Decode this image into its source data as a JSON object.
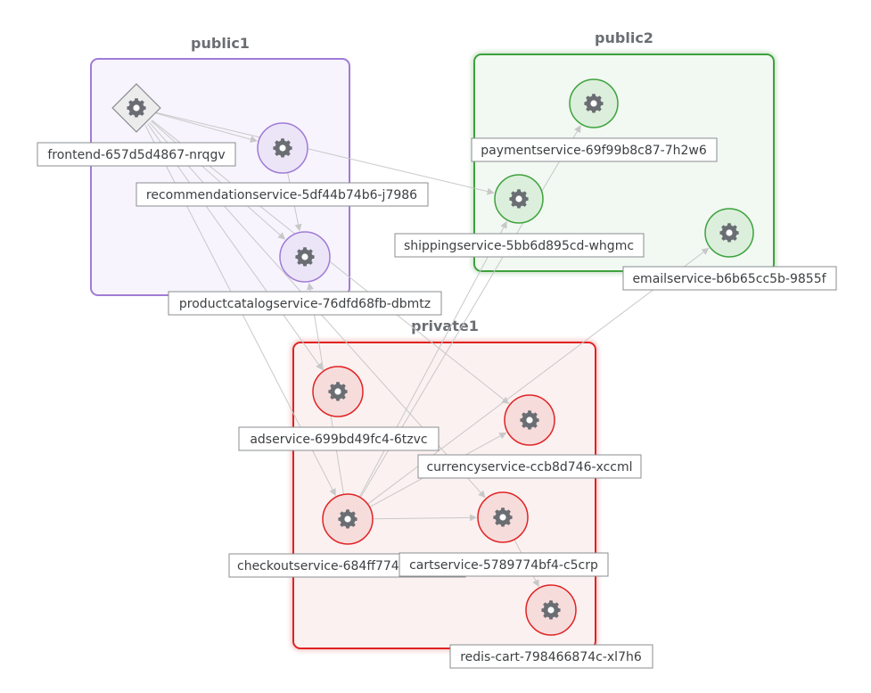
{
  "colors": {
    "purple_stroke": "#a07bd6",
    "purple_fill": "#f7f4fd",
    "green_stroke": "#3ea23e",
    "green_fill": "#f2f8f2",
    "red_stroke": "#e02424",
    "red_fill": "#fcf1f1",
    "edge": "#c8c8c8",
    "gear": "#6a6e73"
  },
  "groups": [
    {
      "id": "public1",
      "title": "public1"
    },
    {
      "id": "public2",
      "title": "public2"
    },
    {
      "id": "private1",
      "title": "private1"
    }
  ],
  "nodes": [
    {
      "id": "frontend",
      "label": "frontend-657d5d4867-nrqgv",
      "group": "public1",
      "shape": "diamond",
      "icon": "gear-icon"
    },
    {
      "id": "recommendation",
      "label": "recommendationservice-5df44b74b6-j7986",
      "group": "public1",
      "shape": "circle",
      "icon": "gear-icon"
    },
    {
      "id": "productcatalog",
      "label": "productcatalogservice-76dfd68fb-dbmtz",
      "group": "public1",
      "shape": "circle",
      "icon": "gear-icon"
    },
    {
      "id": "payment",
      "label": "paymentservice-69f99b8c87-7h2w6",
      "group": "public2",
      "shape": "circle",
      "icon": "gear-icon"
    },
    {
      "id": "shipping",
      "label": "shippingservice-5bb6d895cd-whgmc",
      "group": "public2",
      "shape": "circle",
      "icon": "gear-icon"
    },
    {
      "id": "email",
      "label": "emailservice-b6b65cc5b-9855f",
      "group": "public2",
      "shape": "circle",
      "icon": "gear-icon"
    },
    {
      "id": "ad",
      "label": "adservice-699bd49fc4-6tzvc",
      "group": "private1",
      "shape": "circle",
      "icon": "gear-icon"
    },
    {
      "id": "currency",
      "label": "currencyservice-ccb8d746-xccml",
      "group": "private1",
      "shape": "circle",
      "icon": "gear-icon"
    },
    {
      "id": "checkout",
      "label": "checkoutservice-684ff774",
      "group": "private1",
      "shape": "circle",
      "icon": "gear-icon"
    },
    {
      "id": "cart",
      "label": "cartservice-5789774bf4-c5crp",
      "group": "private1",
      "shape": "circle",
      "icon": "gear-icon"
    },
    {
      "id": "redis",
      "label": "redis-cart-798466874c-xl7h6",
      "group": "private1",
      "shape": "circle",
      "icon": "gear-icon"
    }
  ],
  "edges": [
    {
      "from": "frontend",
      "to": "recommendation"
    },
    {
      "from": "frontend",
      "to": "shipping"
    },
    {
      "from": "frontend",
      "to": "productcatalog"
    },
    {
      "from": "frontend",
      "to": "ad"
    },
    {
      "from": "frontend",
      "to": "currency"
    },
    {
      "from": "frontend",
      "to": "checkout"
    },
    {
      "from": "frontend",
      "to": "cart"
    },
    {
      "from": "recommendation",
      "to": "productcatalog"
    },
    {
      "from": "checkout",
      "to": "productcatalog"
    },
    {
      "from": "checkout",
      "to": "payment"
    },
    {
      "from": "checkout",
      "to": "shipping"
    },
    {
      "from": "checkout",
      "to": "email"
    },
    {
      "from": "checkout",
      "to": "currency"
    },
    {
      "from": "checkout",
      "to": "cart"
    },
    {
      "from": "cart",
      "to": "redis"
    }
  ]
}
